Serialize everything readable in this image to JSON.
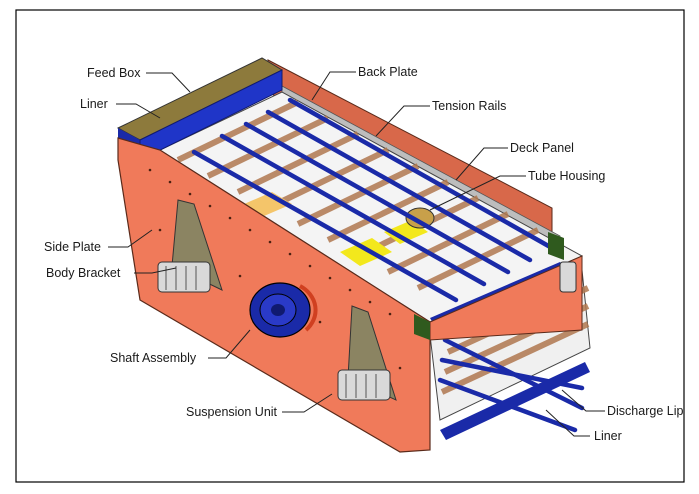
{
  "labels": {
    "feed_box": "Feed Box",
    "liner_top": "Liner",
    "side_plate": "Side Plate",
    "body_bracket": "Body Bracket",
    "shaft_assembly": "Shaft Assembly",
    "suspension_unit": "Suspension Unit",
    "back_plate": "Back Plate",
    "tension_rails": "Tension Rails",
    "deck_panel": "Deck Panel",
    "tube_housing": "Tube Housing",
    "discharge_lip": "Discharge Lip",
    "liner_bottom": "Liner"
  },
  "colors": {
    "body_orange": "#f07a5a",
    "body_orange_dark": "#d6603f",
    "liner_blue": "#1a2aa8",
    "feed_box_olive": "#8d7a3c",
    "deck_white": "#f4f4f4",
    "cross_member_brown": "#b07850",
    "panel_yellow": "#f3e81c",
    "panel_tan": "#f4c56a",
    "bracket_olive": "#8b8462",
    "rail_grey": "#bdbdbd",
    "green_end": "#2f5a1e"
  }
}
